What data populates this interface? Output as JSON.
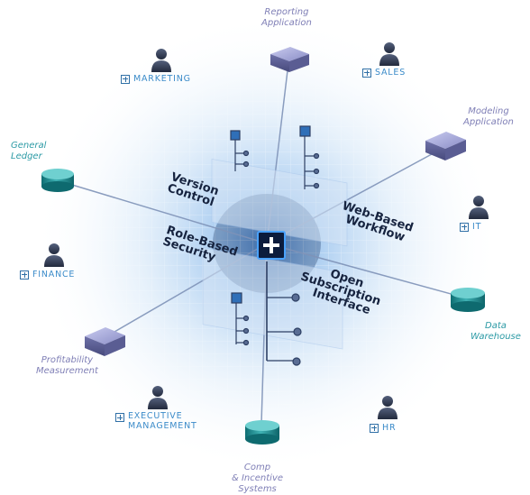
{
  "center": {
    "name": "central-hub",
    "icon": "plus-icon"
  },
  "features": {
    "version_control": [
      "Version",
      "Control"
    ],
    "web_workflow": [
      "Web-Based",
      "Workflow"
    ],
    "role_security": [
      "Role-Based",
      "Security"
    ],
    "subscription": [
      "Open",
      "Subscription",
      "Interface"
    ]
  },
  "applications": {
    "reporting": [
      "Reporting",
      "Application"
    ],
    "modeling": [
      "Modeling",
      "Application"
    ],
    "profitability": [
      "Profitability",
      "Measurement"
    ],
    "general_ledger": [
      "General",
      "Ledger"
    ],
    "data_warehouse": [
      "Data",
      "Warehouse"
    ],
    "comp": [
      "Comp",
      "& Incentive",
      "Systems"
    ]
  },
  "departments": {
    "marketing": "MARKETING",
    "sales": "SALES",
    "finance": "FINANCE",
    "it": "IT",
    "executive": [
      "EXECUTIVE",
      "MANAGEMENT"
    ],
    "hr": "HR"
  },
  "colors": {
    "glow": "#6ea9e6",
    "cube": "#6b6ea6",
    "cylinder": "#1f8f93",
    "person": "#3a4660",
    "dept_text": "#3b8bc9",
    "app_text": "#7f7fb6",
    "db_text": "#2c9aa5",
    "feature_text": "#16233f"
  }
}
